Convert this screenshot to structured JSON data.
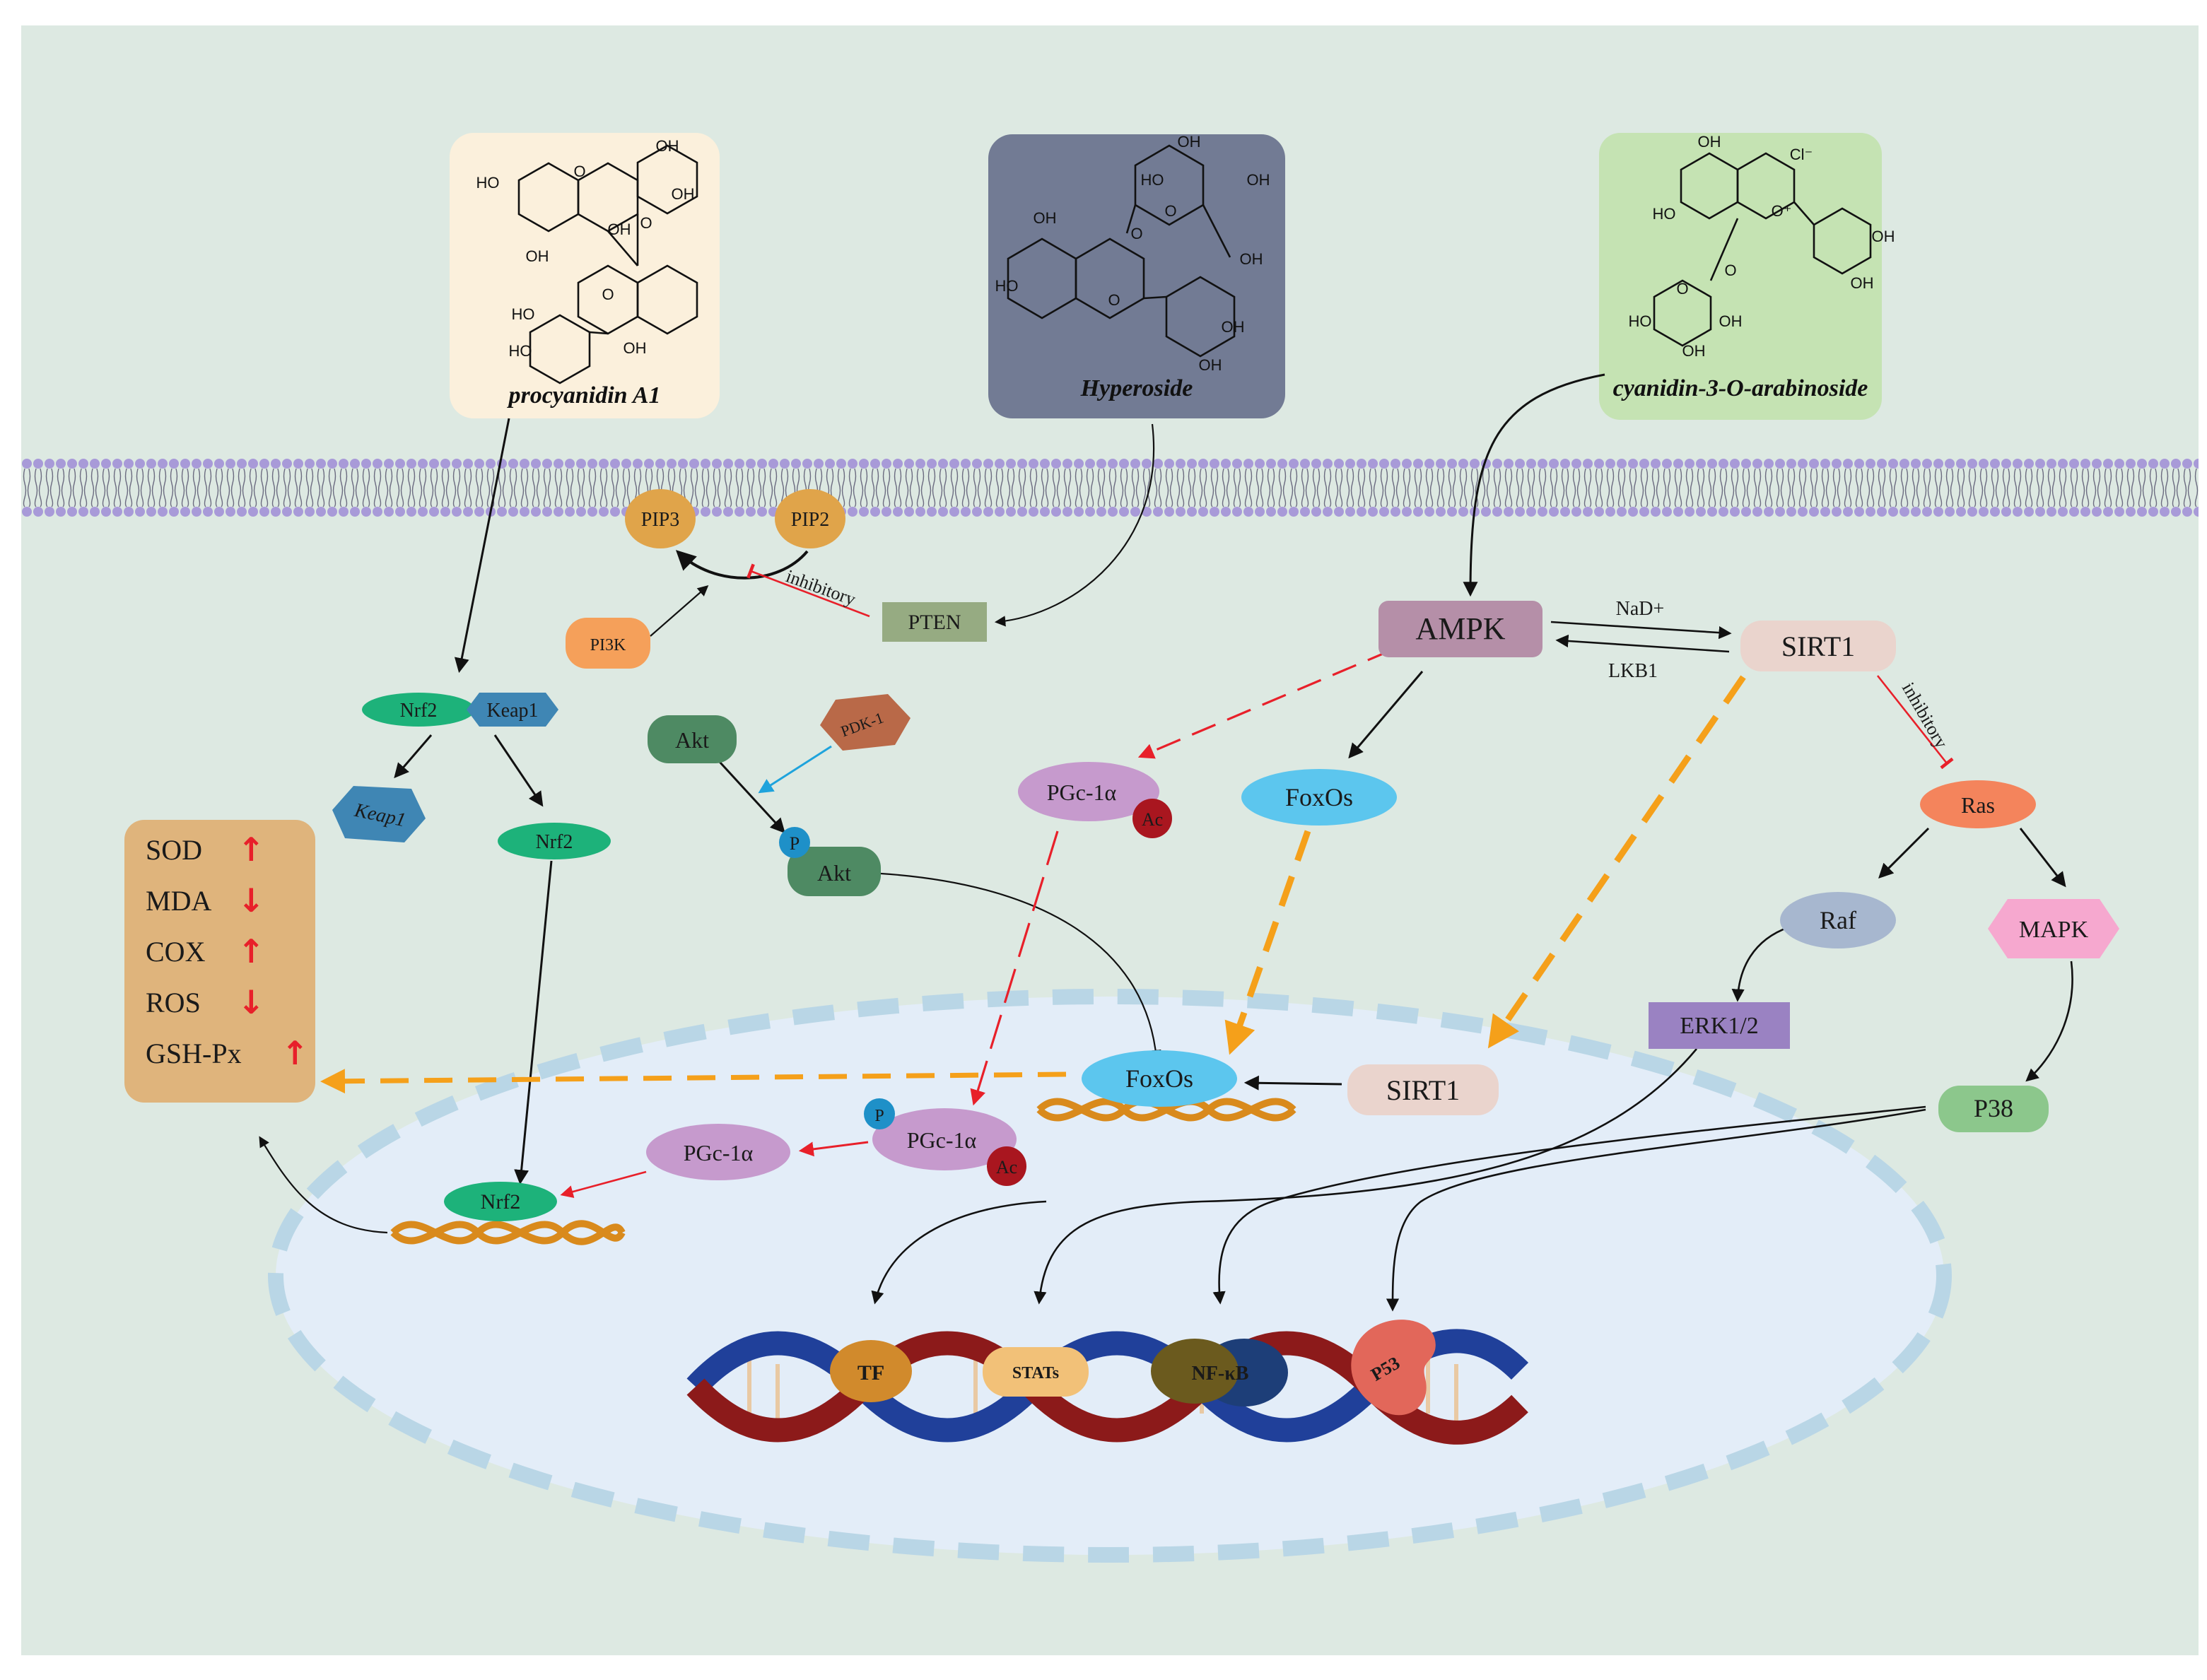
{
  "compounds": {
    "procyanidin": {
      "name": "procyanidin A1",
      "labels": [
        "OH",
        "OH",
        "HO",
        "O",
        "O",
        "OH",
        "OH",
        "HO",
        "HO",
        "O",
        "OH"
      ]
    },
    "hyperoside": {
      "name": "Hyperoside",
      "labels": [
        "HO",
        "OH",
        "OH",
        "OH",
        "O",
        "O",
        "OH",
        "HO",
        "O",
        "OH",
        "OH"
      ]
    },
    "cyanidin": {
      "name": "cyanidin-3-O-arabinoside",
      "labels": [
        "OH",
        "Cl⁻",
        "HO",
        "O⁺",
        "OH",
        "OH",
        "O",
        "O",
        "HO",
        "OH",
        "OH"
      ]
    }
  },
  "membrane": {
    "pip3": "PIP3",
    "pip2": "PIP2",
    "pi3k": "PI3K",
    "pten": "PTEN",
    "inhibitory_pten": "inhibitory"
  },
  "nrf2_path": {
    "nrf2_complex": "Nrf2",
    "keap1_complex": "Keap1",
    "keap1_free": "Keap1",
    "nrf2_free": "Nrf2",
    "nrf2_nucleus": "Nrf2"
  },
  "markers": [
    {
      "label": "SOD",
      "arrow": "↑"
    },
    {
      "label": "MDA",
      "arrow": "↓"
    },
    {
      "label": "COX",
      "arrow": "↑"
    },
    {
      "label": "ROS",
      "arrow": "↓"
    },
    {
      "label": "GSH-Px",
      "arrow": "↑"
    }
  ],
  "akt_path": {
    "akt": "Akt",
    "pdk1": "PDK-1",
    "p_badge": "P",
    "akt_p": "Akt"
  },
  "ampk_path": {
    "ampk": "AMPK",
    "sirt1": "SIRT1",
    "nad": "NaD+",
    "lkb1": "LKB1",
    "pgc_cyto": "PGc-1α",
    "ac_cyto": "Ac",
    "foxos_cyto": "FoxOs",
    "inhibitory_ras": "inhibitory",
    "ras": "Ras",
    "raf": "Raf",
    "mapk": "MAPK",
    "erk": "ERK1/2",
    "p38": "P38"
  },
  "nucleus": {
    "foxos": "FoxOs",
    "sirt1": "SIRT1",
    "pgc_p_badge": "P",
    "pgc_acetyl": "PGc-1α",
    "ac": "Ac",
    "pgc": "PGc-1α",
    "tf": "TF",
    "stats": "STATs",
    "nfkb": "NF-κB",
    "p53": "P53"
  },
  "colors": {
    "background": "#dde9e2",
    "nucleus_fill": "#e3edf8",
    "nucleus_dash": "#b9d6e6",
    "membrane_head": "#a89ad8",
    "inhibit_red": "#e8202a",
    "dashed_orange": "#f5a01a",
    "arrow_black": "#111111",
    "arrow_blue": "#1ea3dc"
  }
}
